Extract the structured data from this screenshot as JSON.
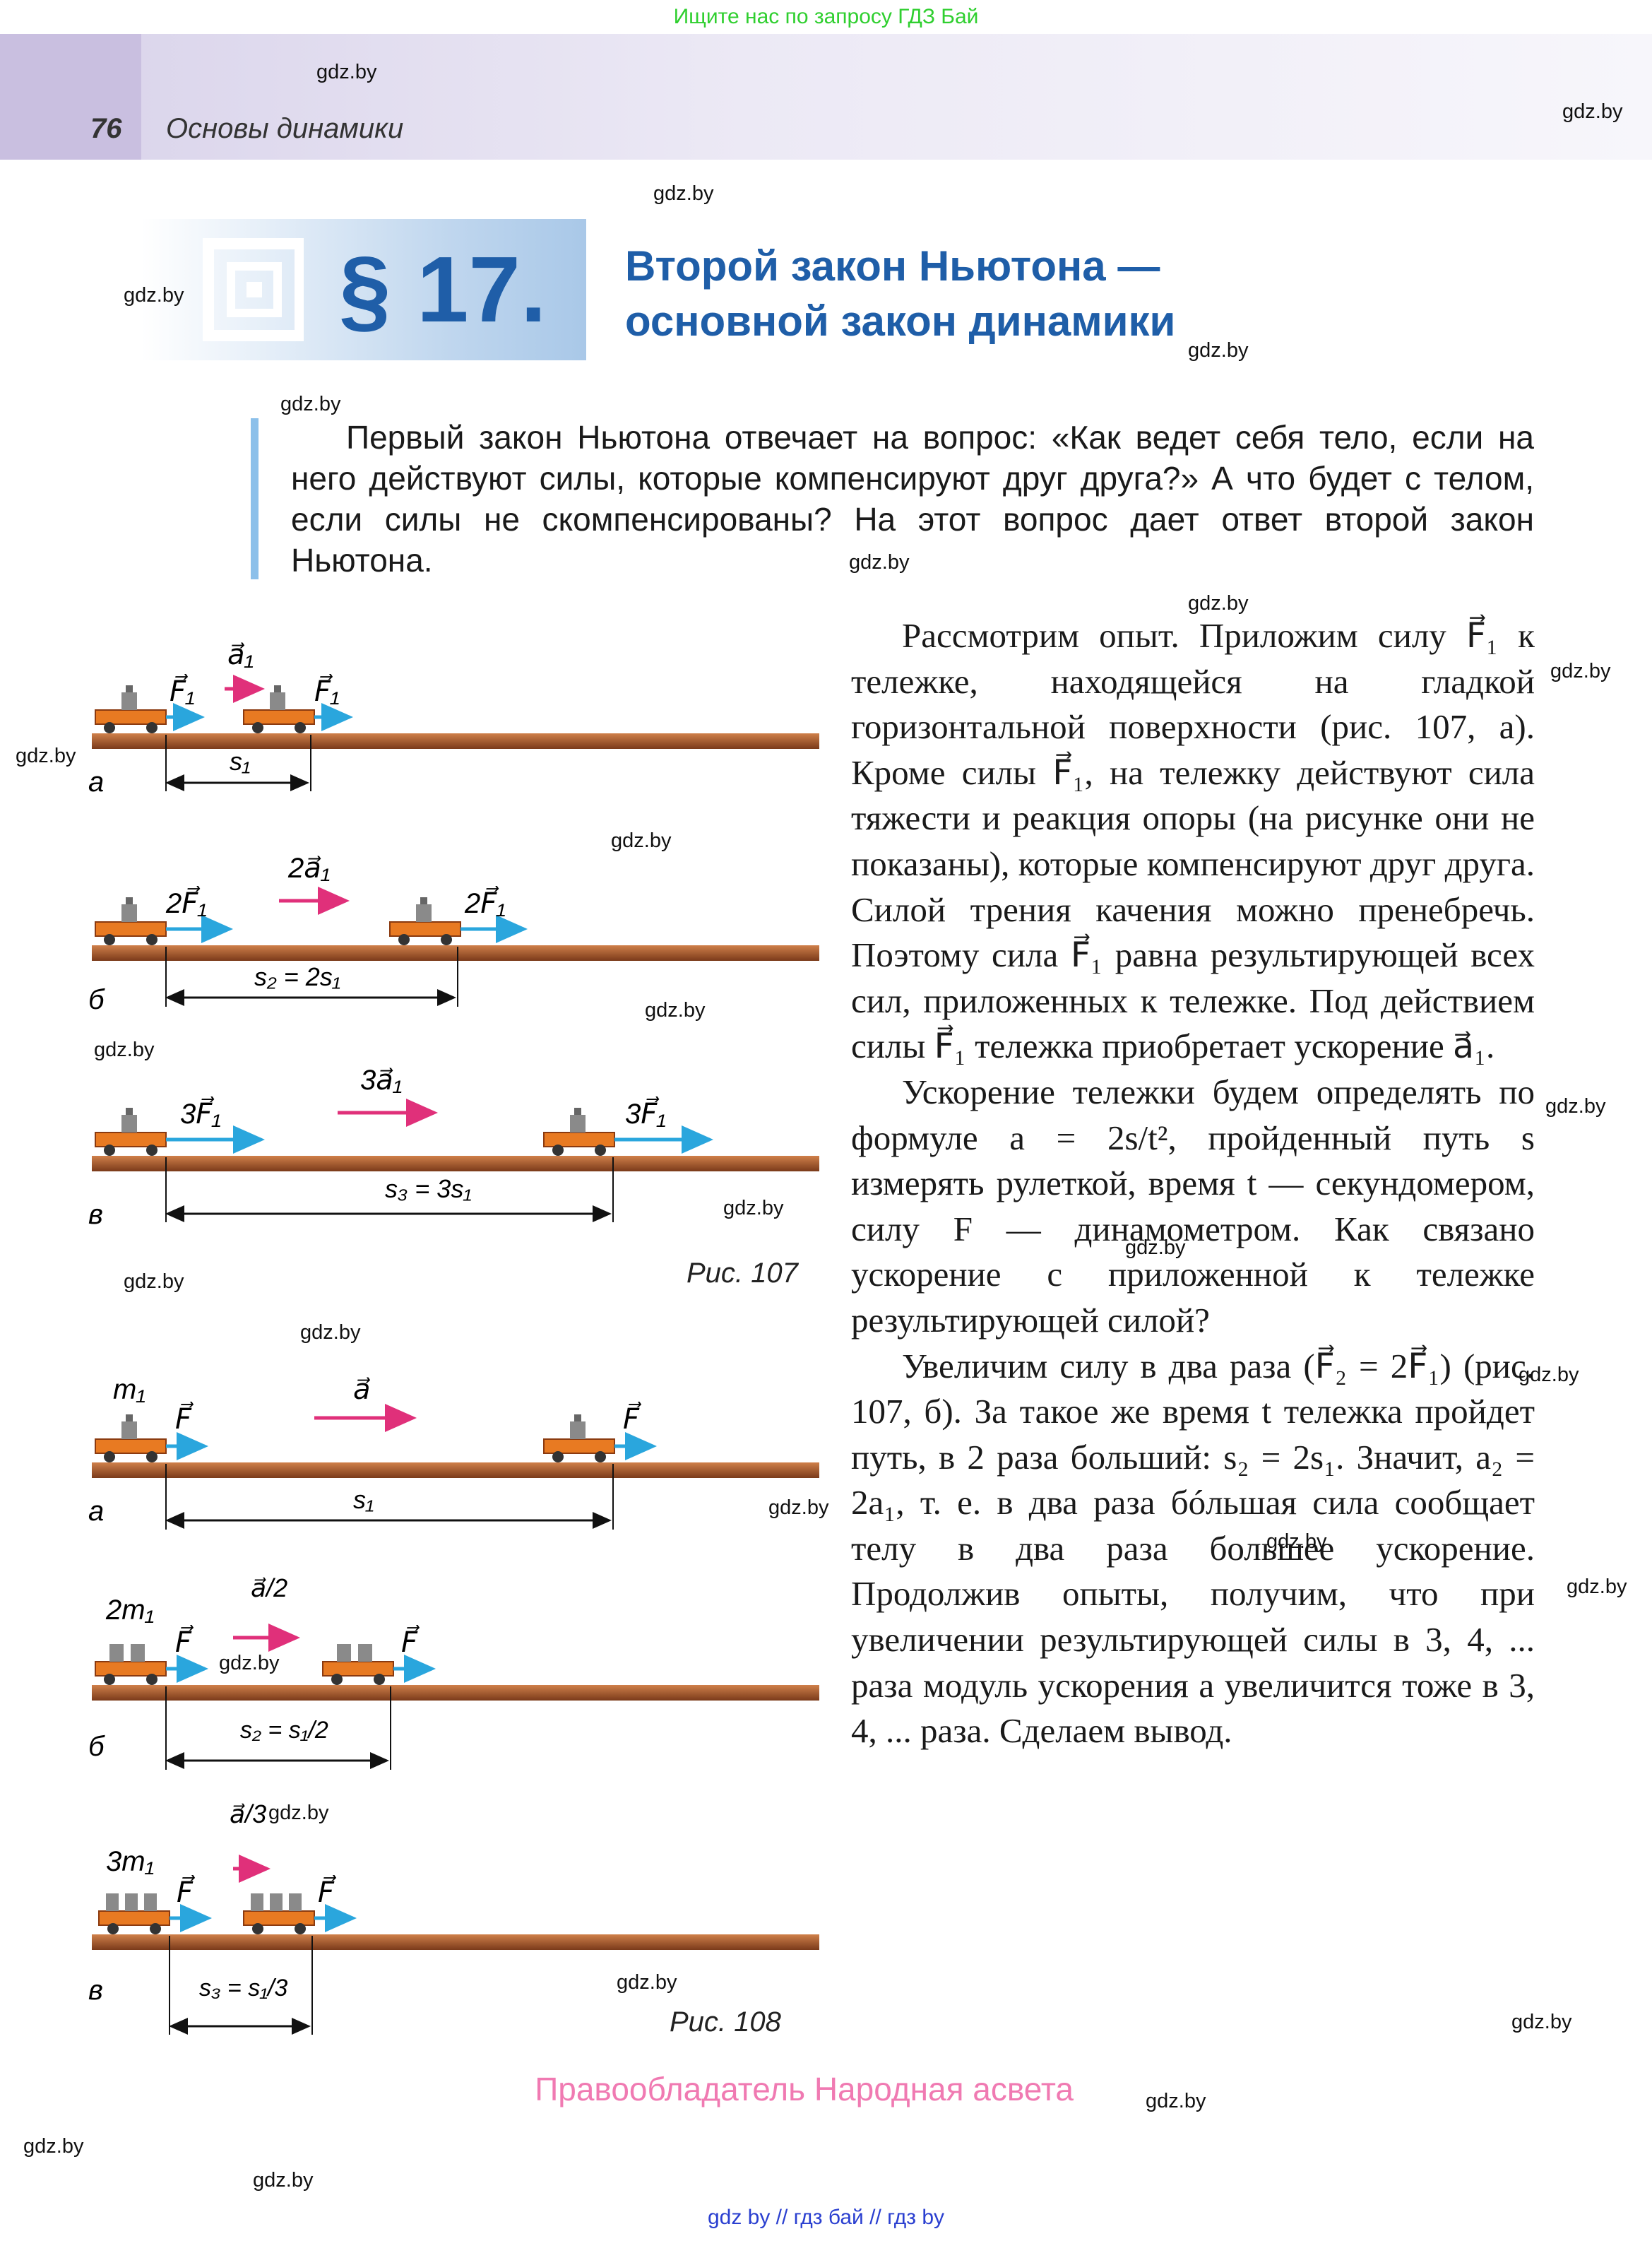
{
  "top_banner": "Ищите нас по запросу ГДЗ Бай",
  "header": {
    "page_number": "76",
    "running_title": "Основы динамики"
  },
  "section": {
    "number": "§ 17.",
    "title_line1": "Второй закон Ньютона —",
    "title_line2": "основной закон динамики"
  },
  "intro": "Первый закон Ньютона отвечает на вопрос: «Как ведет себя тело, если на него действуют силы, которые компенсируют друг друга?» А что будет с телом, если силы не скомпенсированы? На этот вопрос дает ответ второй закон Ньютона.",
  "body": {
    "p1": "Рассмотрим опыт. Приложим силу F⃗₁ к тележке, находящейся на гладкой горизонтальной поверхности (рис. 107, а). Кроме силы F⃗₁, на тележку действуют сила тяжести и реакция опоры (на рисунке они не показаны), которые компенсируют друг друга. Силой трения качения можно пренебречь. Поэтому сила F⃗₁ равна результирующей всех сил, приложенных к тележке. Под действием силы F⃗₁ тележка приобретает ускорение a⃗₁.",
    "p2": "Ускорение тележки будем определять по формуле a = 2s/t², пройденный путь s измерять рулеткой, время t — секундомером, силу F — динамометром. Как связано ускорение с приложенной к тележке результирующей силой?",
    "p3": "Увеличим силу в два раза (F⃗₂ = 2F⃗₁) (рис. 107, б). За такое же время t тележка пройдет путь, в 2 раза больший: s₂ = 2s₁. Значит, a₂ = 2a₁, т. е. в два раза бóльшая сила сообщает телу в два раза большее ускорение. Продолжив опыты, получим, что при увеличении результирующей силы в 3, 4, ... раза модуль ускорения a увеличится тоже в 3, 4, ... раза. Сделаем вывод."
  },
  "fig107": {
    "caption": "Рис. 107",
    "rows": [
      {
        "letter": "а",
        "force_label": "F⃗₁",
        "accel_label": "a⃗₁",
        "dist_label": "s₁"
      },
      {
        "letter": "б",
        "force_label": "2F⃗₁",
        "accel_label": "2a⃗₁",
        "dist_label": "s₂ = 2s₁"
      },
      {
        "letter": "в",
        "force_label": "3F⃗₁",
        "accel_label": "3a⃗₁",
        "dist_label": "s₃ = 3s₁"
      }
    ]
  },
  "fig108": {
    "caption": "Рис. 108",
    "rows": [
      {
        "letter": "а",
        "mass_label": "m₁",
        "force_label": "F⃗",
        "accel_label": "a⃗",
        "dist_label": "s₁"
      },
      {
        "letter": "б",
        "mass_label": "2m₁",
        "force_label": "F⃗",
        "accel_label": "a⃗/2",
        "dist_label": "s₂ = s₁/2"
      },
      {
        "letter": "в",
        "mass_label": "3m₁",
        "force_label": "F⃗",
        "accel_label": "a⃗/3",
        "dist_label": "s₃ = s₁/3"
      }
    ]
  },
  "watermark": "gdz.by",
  "footer": {
    "owner": "Правообладатель Народная асвета",
    "links": "gdz by  //  гдз бай  //  гдз by"
  },
  "colors": {
    "force_arrow": "#2aa6dd",
    "accel_arrow": "#e0307a",
    "cart": "#e87a22",
    "track": "#a0522d",
    "title_blue": "#1f5ea8"
  }
}
